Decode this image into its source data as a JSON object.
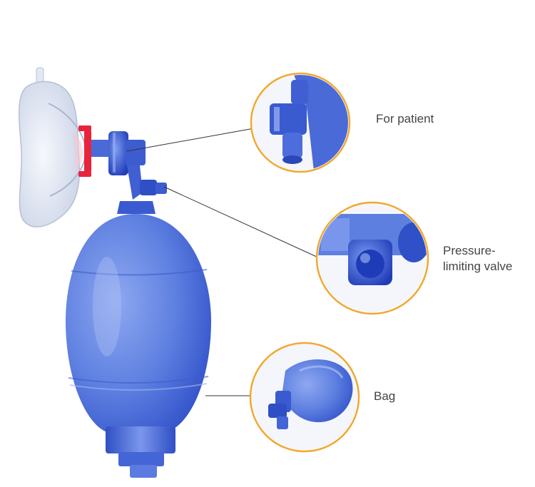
{
  "callouts": {
    "patient": {
      "label": "For patient"
    },
    "valve": {
      "label_line1": "Pressure-",
      "label_line2": "limiting valve"
    },
    "bag": {
      "label": "Bag"
    }
  },
  "colors": {
    "bag_blue": "#5d7fe0",
    "bag_dark": "#2f4fc4",
    "mask_clear": "#dfe5f2",
    "clip_red": "#e8243c",
    "ring_orange": "#f0a832",
    "label_text": "#444444"
  }
}
